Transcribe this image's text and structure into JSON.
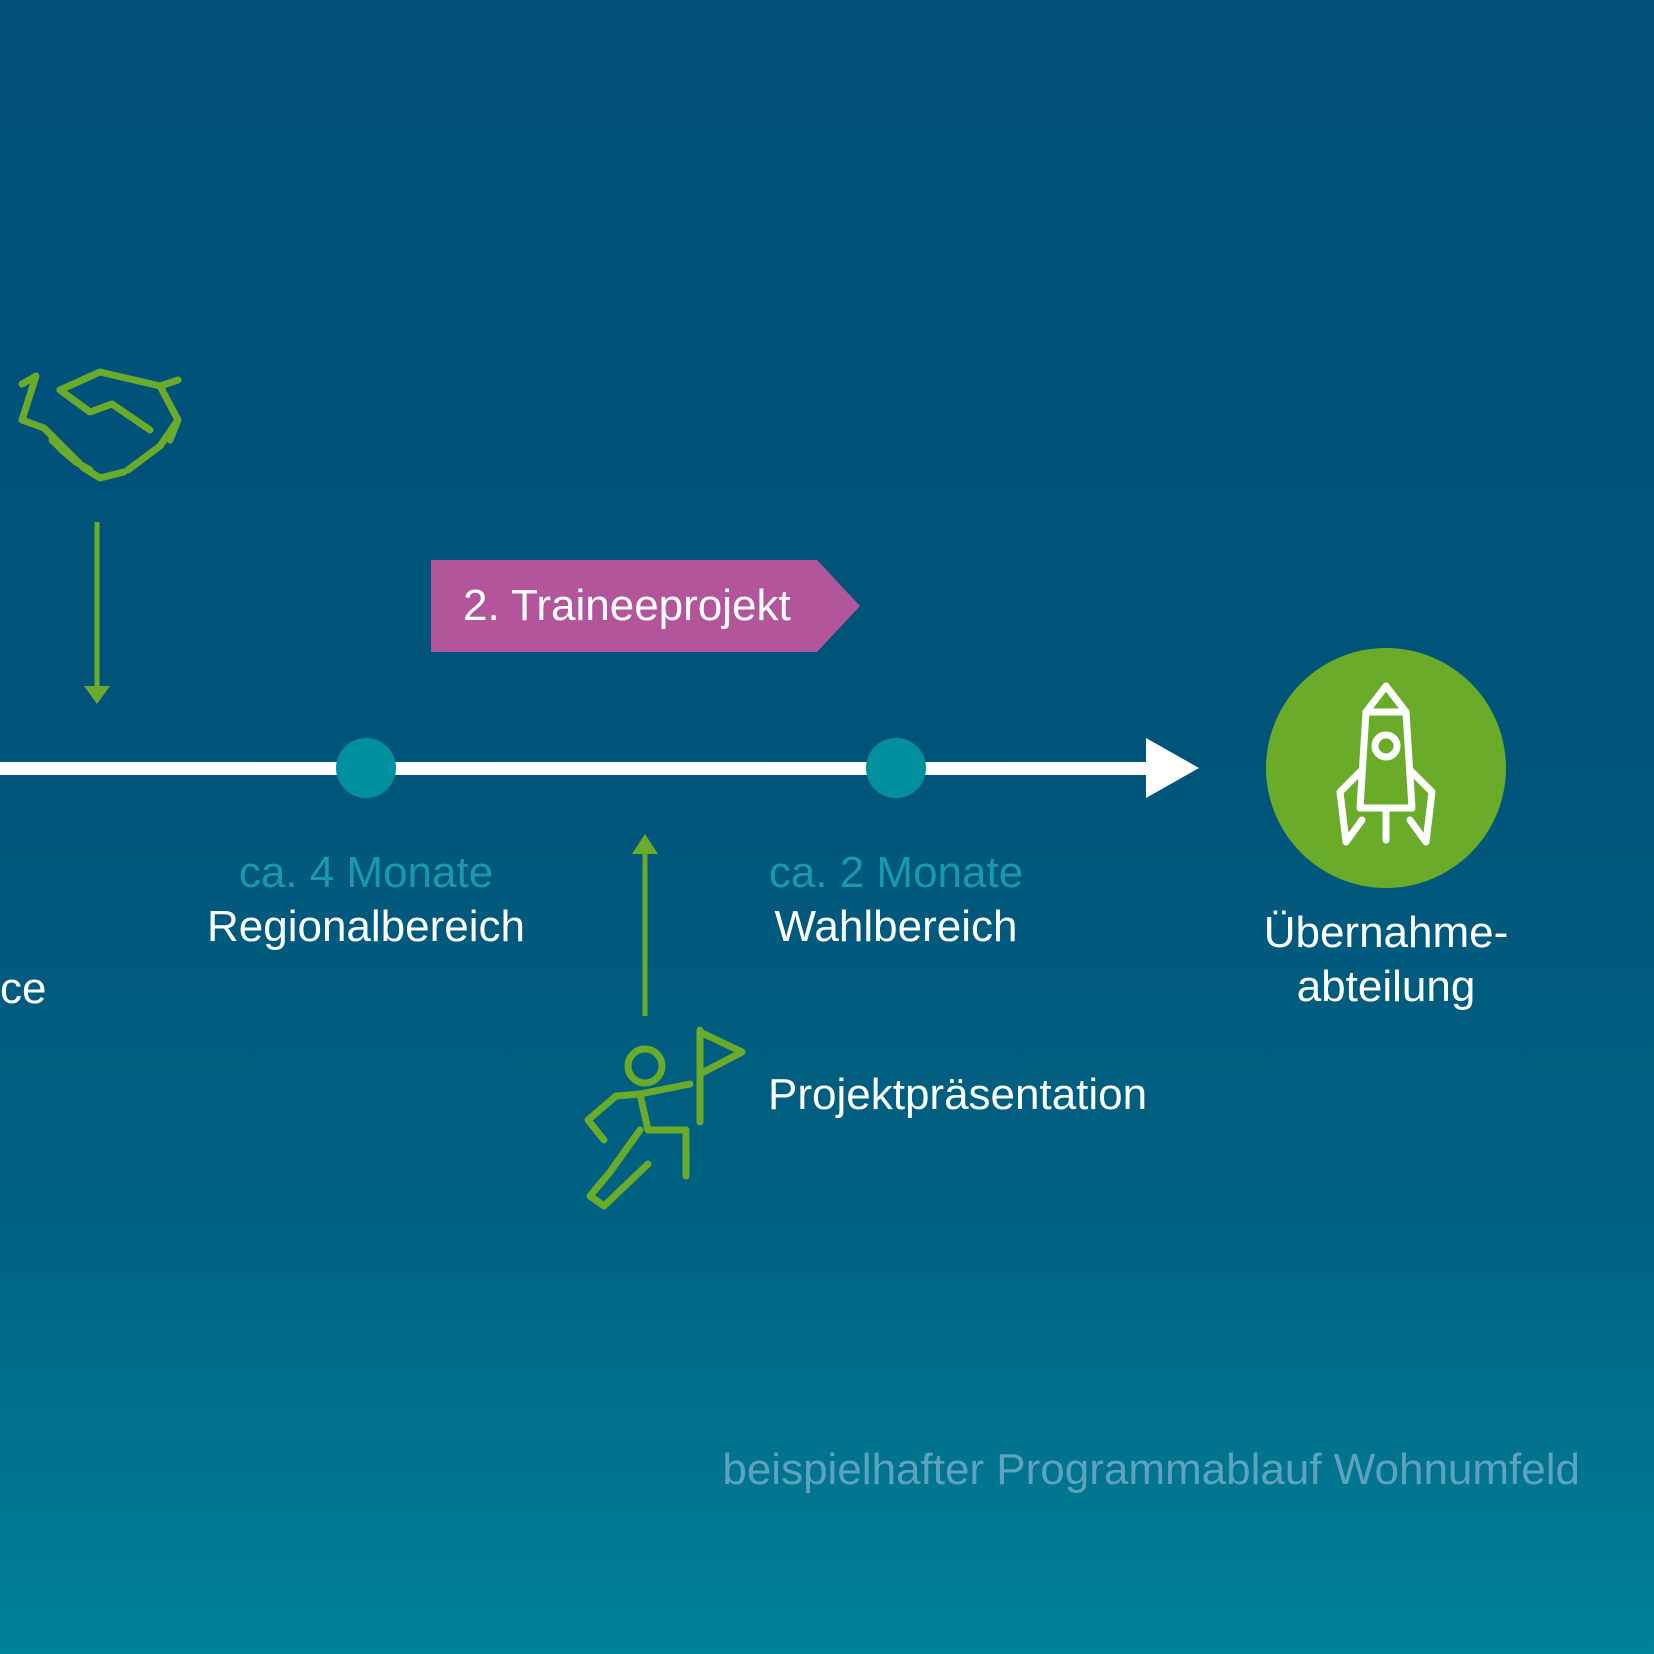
{
  "colors": {
    "background_top": "#00507a",
    "background_bottom": "#008299",
    "accent_green": "#6aab2a",
    "timeline_dot": "#00909e",
    "project_tag": "#b3559a",
    "label_teal": "#1a99ab",
    "footer_text": "#5da3bd"
  },
  "left_edge_label": "ce",
  "project_tag": {
    "label": "2. Traineeprojekt"
  },
  "stages": [
    {
      "duration": "ca. 4 Monate",
      "name": "Regionalbereich"
    },
    {
      "duration": "ca. 2 Monate",
      "name": "Wahlbereich"
    }
  ],
  "milestone": {
    "label": "Projektpräsentation",
    "icon": "flag-runner-icon"
  },
  "destination": {
    "line1": "Übernahme-",
    "line2": "abteilung",
    "icon": "rocket-icon"
  },
  "start_icon": "handshake-icon",
  "footer": "beispielhafter Programmablauf Wohnumfeld"
}
